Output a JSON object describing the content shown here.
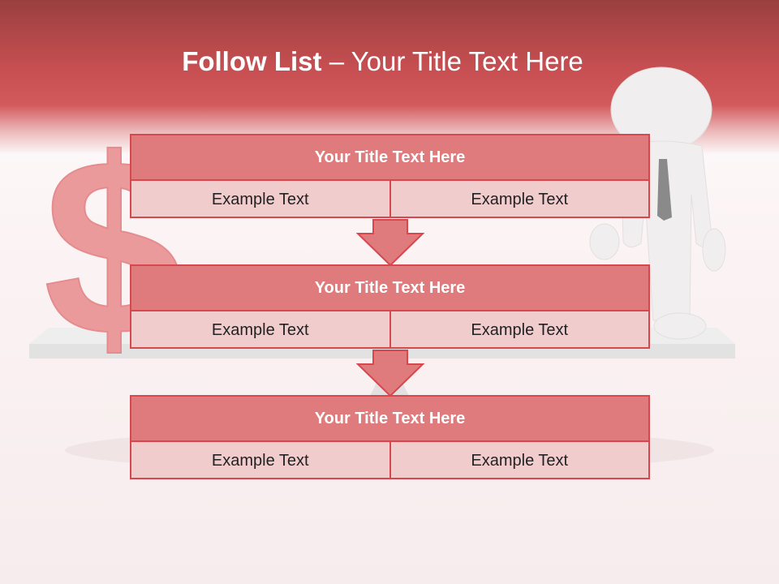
{
  "title": {
    "bold": "Follow List",
    "rest": "– Your Title Text Here"
  },
  "background_art": {
    "dollar_glyph": "$"
  },
  "colors": {
    "header": "#c74f52",
    "block_title": "#df7b7c",
    "block_body": "#f1cccd",
    "border": "#d6484e",
    "arrow": "#df7b7c"
  },
  "blocks": [
    {
      "title": "Your Title Text Here",
      "cells": [
        "Example Text",
        "Example Text"
      ]
    },
    {
      "title": "Your Title Text Here",
      "cells": [
        "Example Text",
        "Example Text"
      ]
    },
    {
      "title": "Your Title Text Here",
      "cells": [
        "Example Text",
        "Example Text"
      ]
    }
  ]
}
